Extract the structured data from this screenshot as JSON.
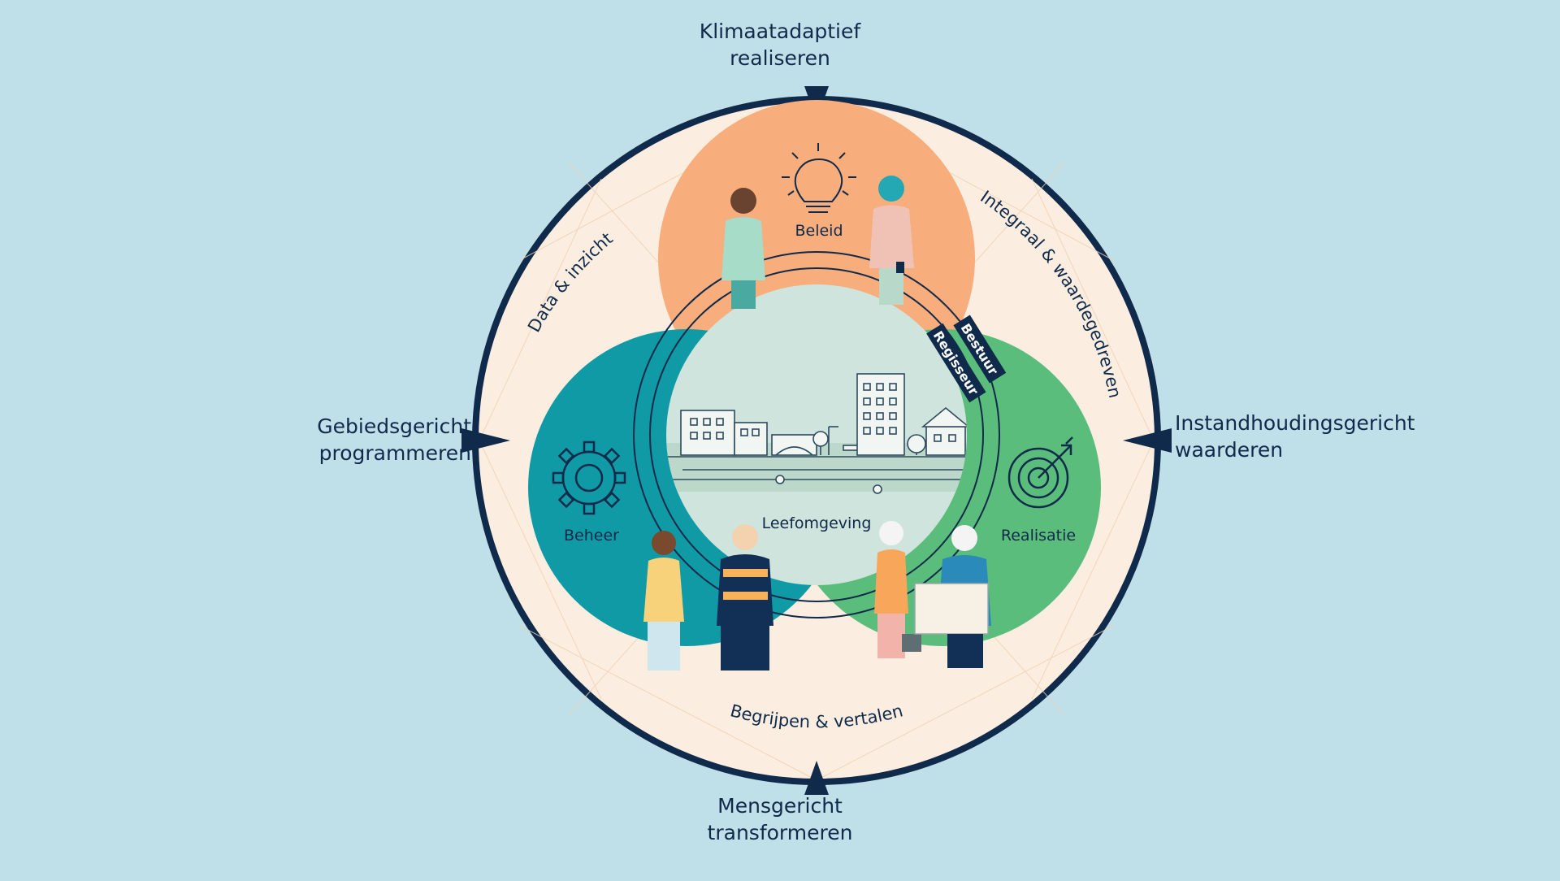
{
  "compass": {
    "north": {
      "line1": "Klimaatadaptief",
      "line2": "realiseren"
    },
    "south": {
      "line1": "Mensgericht",
      "line2": "transformeren"
    },
    "west": {
      "line1": "Gebiedsgericht",
      "line2": "programmeren"
    },
    "east": {
      "line1": "Instandhoudingsgericht",
      "line2": "waarderen"
    }
  },
  "ring_labels": {
    "top_left": "Data & inzicht",
    "top_right": "Integraal & waardegedreven",
    "bottom": "Begrijpen & vertalen"
  },
  "circles": {
    "beleid": "Beleid",
    "beheer": "Beheer",
    "realisatie": "Realisatie",
    "center": "Leefomgeving"
  },
  "tags": {
    "bestuur": "Bestuur",
    "regisseur": "Regisseur"
  },
  "colors": {
    "background": "#bfe0e8",
    "ring": "#fbeee0",
    "navy": "#0f2a4a",
    "beleid": "#f7ad7c",
    "beheer": "#0f9aa6",
    "realisatie": "#5bbd7c",
    "center": "#cfe4dc"
  }
}
